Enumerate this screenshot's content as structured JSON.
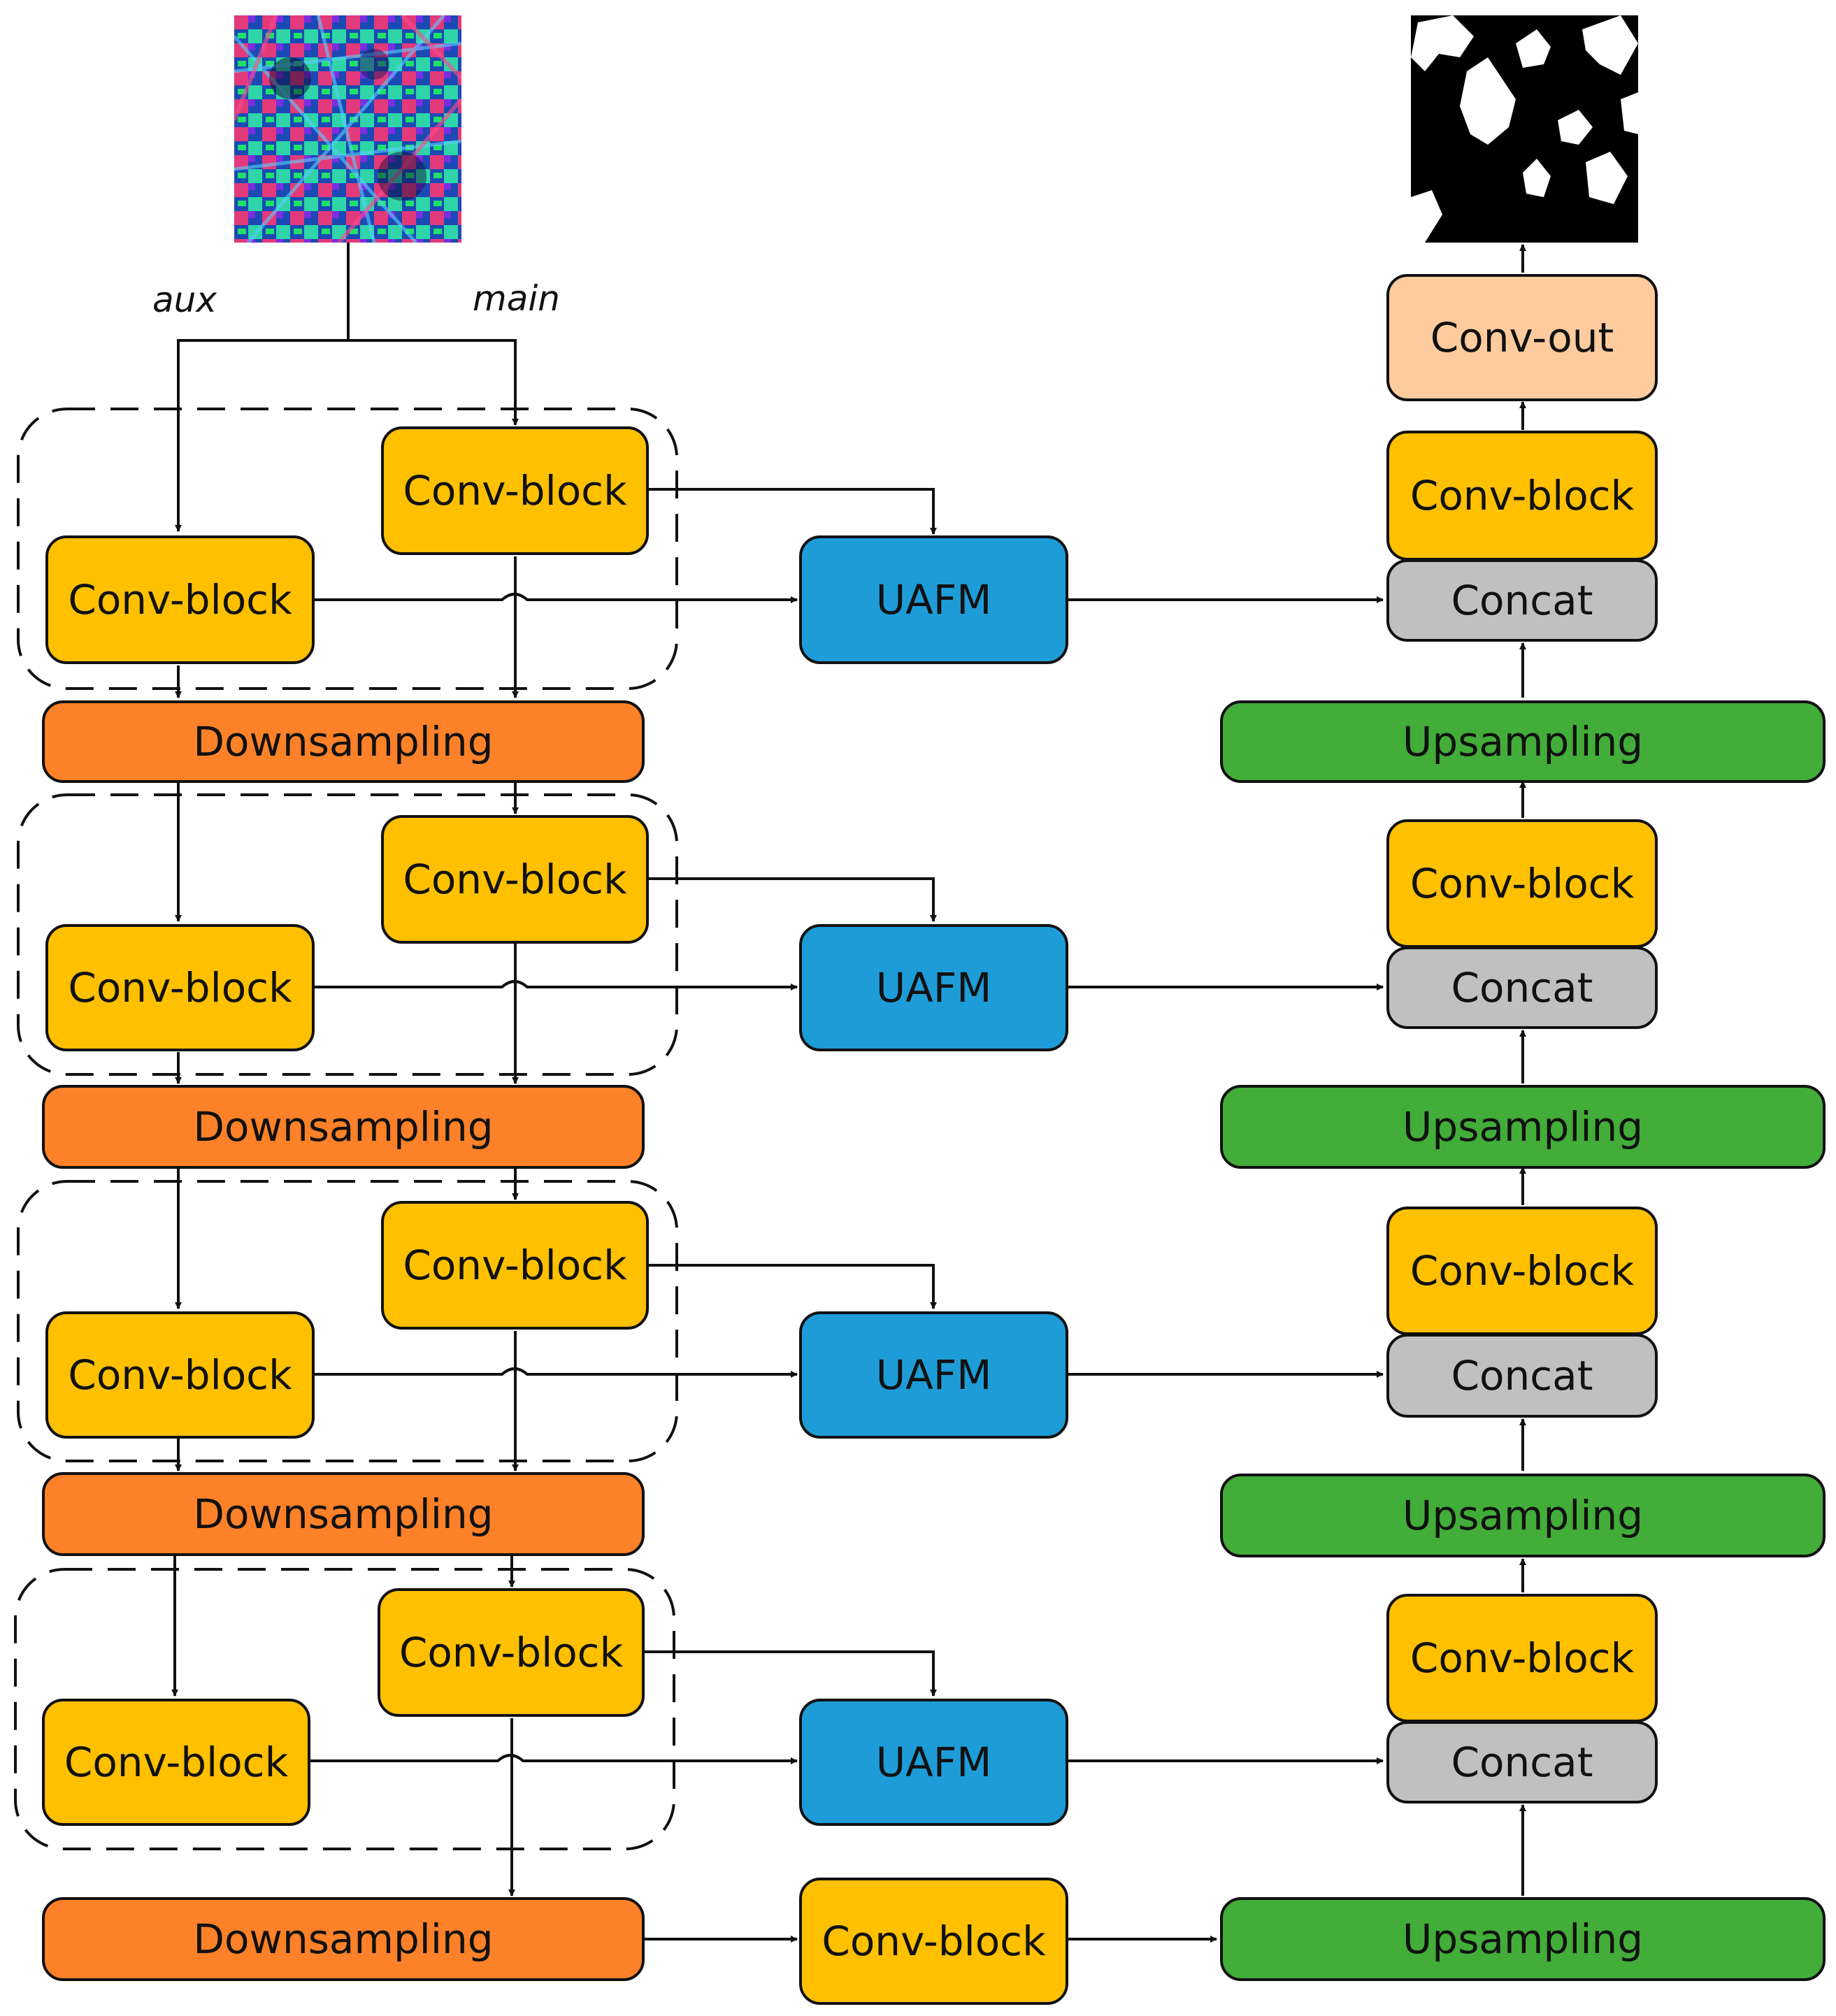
{
  "labels": {
    "conv_block": "Conv-block",
    "uafm": "UAFM",
    "downsampling": "Downsampling",
    "upsampling": "Upsampling",
    "concat": "Concat",
    "conv_out": "Conv-out",
    "aux": "aux",
    "main": "main"
  },
  "colors": {
    "conv_block": "#ffc000",
    "uafm": "#1e9cd8",
    "downsampling": "#fc8128",
    "upsampling": "#42ad39",
    "concat": "#c0c0c0",
    "conv_out": "#fecb9e",
    "stroke": "#111111"
  },
  "images": {
    "input": "input-image-icon",
    "output": "output-mask-icon"
  }
}
